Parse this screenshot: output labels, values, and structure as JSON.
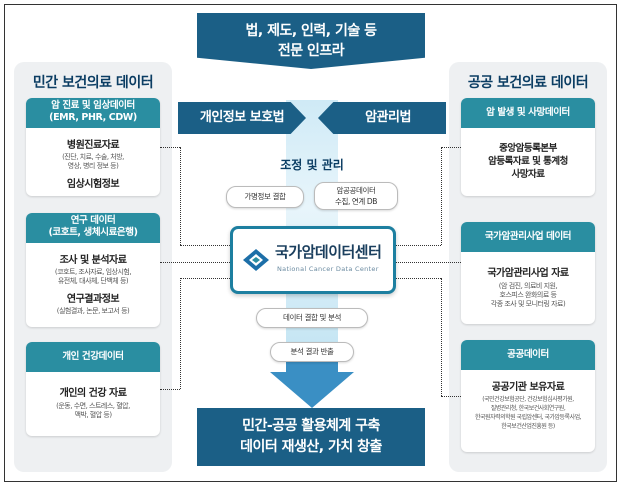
{
  "top_banner": {
    "line1": "법, 제도, 인력, 기술 등",
    "line2": "전문 인프라"
  },
  "left_panel": {
    "title": "민간 보건의료 데이터",
    "cards": [
      {
        "head1": "암 진료 및 임상데이터",
        "head2": "(EMR, PHR, CDW)",
        "main": "병원진료자료",
        "sub": [
          "(진단, 치료, 수술, 처방,",
          "영상, 병리 정보 등)"
        ],
        "main2": "임상시험정보"
      },
      {
        "head1": "연구 데이터",
        "head2": "(코호트, 생체시료은행)",
        "main": "조사 및 분석자료",
        "sub": [
          "(코호트, 조사자료, 임상시험,",
          "유전체, 대사체, 단백체 등)"
        ],
        "main2": "연구결과정보",
        "sub2": [
          "(실험결과, 논문, 보고서 등)"
        ]
      },
      {
        "head1": "개인 건강데이터",
        "main": "개인의 건강 자료",
        "sub": [
          "(운동, 수면, 스트레스, 혈압,",
          "맥박, 혈압 등)"
        ]
      }
    ]
  },
  "right_panel": {
    "title": "공공 보건의료 데이터",
    "cards": [
      {
        "head1": "암 발생 및 사망데이터",
        "lines": [
          "중앙암등록본부",
          "암등록자료 및 통계청",
          "사망자료"
        ]
      },
      {
        "head1": "국가암관리사업 데이터",
        "main": "국가암관리사업 자료",
        "sub": [
          "(암 검진, 의료비 지원,",
          "호스피스 완화의료 등",
          "각종 조사 및 모니터링 자료)"
        ]
      },
      {
        "head1": "공공데이터",
        "main": "공공기관 보유자료",
        "sub": [
          "(국민건강보험공단, 건강보험심사평가원,",
          "질병관리청, 한국보건사회연구원,",
          "한국원자력의학원 국립암센터, 국가암등록사업,",
          "한국보건산업진흥원 등)"
        ]
      }
    ]
  },
  "middle": {
    "privacy_law": "개인정보 보호법",
    "cancer_law": "암관리법",
    "coordination": "조정 및 관리",
    "pill_pseudonym": "가명정보 결합",
    "pill_db": [
      "암공공데이터",
      "수집, 연계 DB"
    ],
    "center_name": "국가암데이터센터",
    "center_en": "National Cancer Data Center",
    "pill_combine": "데이터 결합 및 분석",
    "pill_export": "분석 결과 반출"
  },
  "bottom_banner": {
    "line1": "민간-공공 활용체계 구축",
    "line2": "데이터 재생산, 가치 창출"
  },
  "colors": {
    "teal": "#2a8ea1",
    "navy_banner": "#1b5f86",
    "light_blue": "#bfe3f2",
    "panel": "#eef0f2"
  }
}
